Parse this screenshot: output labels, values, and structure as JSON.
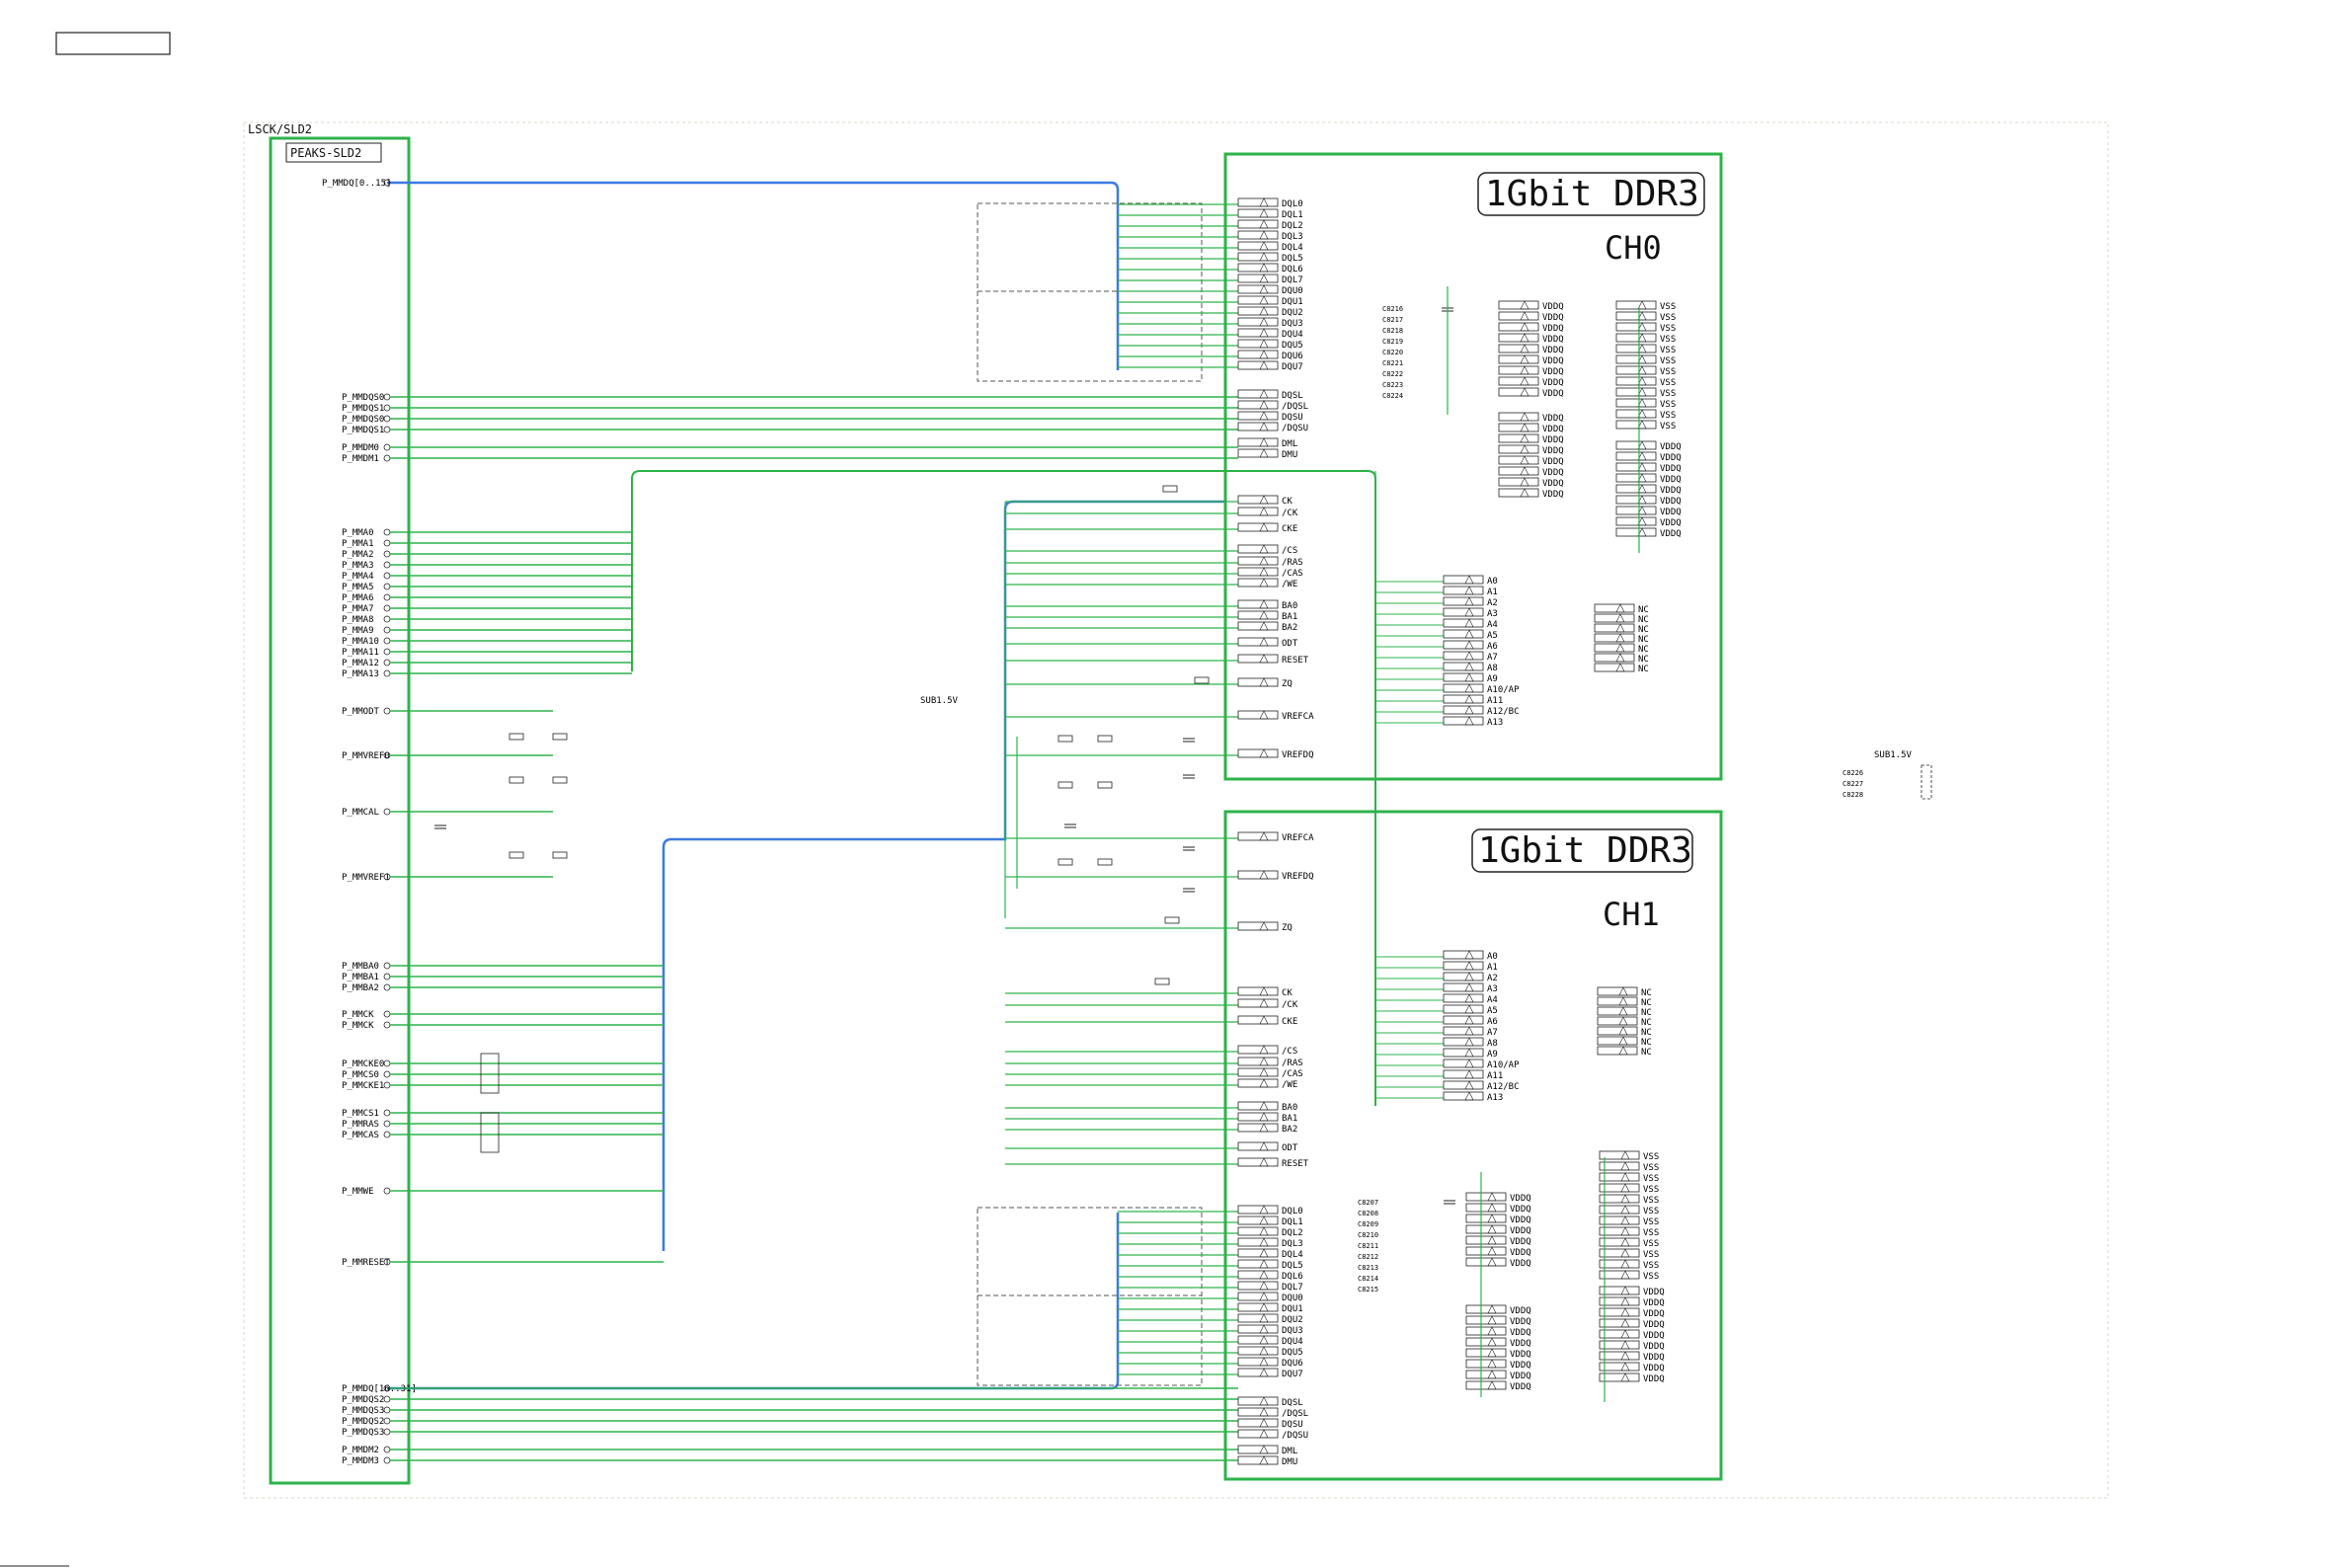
{
  "sheet": {
    "outer_label": "LSCK/SLD2",
    "block_label": "PEAKS-SLD2",
    "corner_box": ""
  },
  "ch0": {
    "title": "1Gbit DDR3",
    "channel": "CH0"
  },
  "ch1": {
    "title": "1Gbit DDR3",
    "channel": "CH1"
  },
  "power": {
    "sub15v": "SUB1.5V",
    "sub15v_b": "SUB1.5V"
  },
  "ch0_ctrl_pins": [
    "CK",
    "/CK",
    "CKE",
    "/CS",
    "/RAS",
    "/CAS",
    "/WE",
    "BA0",
    "BA1",
    "BA2",
    "ODT",
    "RESET",
    "ZQ",
    "VREFCA",
    "VREFDQ"
  ],
  "ch1_ctrl_pins": [
    "VREFCA",
    "VREFDQ",
    "ZQ",
    "CK",
    "/CK",
    "CKE",
    "/CS",
    "/RAS",
    "/CAS",
    "/WE",
    "BA0",
    "BA1",
    "BA2",
    "ODT",
    "RESET"
  ],
  "addr_pins": [
    "A0",
    "A1",
    "A2",
    "A3",
    "A4",
    "A5",
    "A6",
    "A7",
    "A8",
    "A9",
    "A10/AP",
    "A11",
    "A12/BC",
    "A13"
  ],
  "vddq_pins": [
    "VDDQ",
    "VDDQ",
    "VDDQ",
    "VDDQ",
    "VDDQ",
    "VDDQ",
    "VDDQ",
    "VDDQ",
    "VDDQ"
  ],
  "vss_pins": [
    "VSS",
    "VSS",
    "VSS",
    "VSS",
    "VSS",
    "VSS",
    "VSS",
    "VSS",
    "VSS",
    "VSS",
    "VSS",
    "VSS"
  ],
  "left_nets_top": [
    "P_MMDQ[0..15]"
  ],
  "left_nets_dqs": [
    "P_MMDQS0",
    "P_MMDQS1",
    "P_MMDQS0",
    "P_MMDQS1",
    "P_MMDM0",
    "P_MMDM1"
  ],
  "left_nets_addr": [
    "P_MMA0",
    "P_MMA1",
    "P_MMA2",
    "P_MMA3",
    "P_MMA4",
    "P_MMA5",
    "P_MMA6",
    "P_MMA7",
    "P_MMA8",
    "P_MMA9",
    "P_MMA10",
    "P_MMA11",
    "P_MMA12",
    "P_MMA13"
  ],
  "left_nets_misc": [
    "P_MMODT",
    "P_MMVREF0",
    "P_MMCAL",
    "P_MMVREF1"
  ],
  "left_nets_ba": [
    "P_MMBA0",
    "P_MMBA1",
    "P_MMBA2"
  ],
  "left_nets_ck": [
    "P_MMCK",
    "P_MMCK"
  ],
  "left_nets_cmd": [
    "P_MMCKE0",
    "P_MMCS0",
    "P_MMCKE1",
    "P_MMCS1",
    "P_MMRAS",
    "P_MMCAS",
    "P_MMWE"
  ],
  "left_nets_reset": [
    "P_MMRESET"
  ],
  "left_nets_bottom": [
    "P_MMDQ[16..31]",
    "P_MMDQS2",
    "P_MMDQS3",
    "P_MMDQS2",
    "P_MMDQS3",
    "P_MMDM2",
    "P_MMDM3"
  ],
  "caps_ch0": [
    "C8216",
    "C8217",
    "C8218",
    "C8219",
    "C8220",
    "C8221",
    "C8222",
    "C8223",
    "C8224"
  ],
  "caps_ch1": [
    "C8207",
    "C8208",
    "C8209",
    "C8210",
    "C8211",
    "C8212",
    "C8213",
    "C8214",
    "C8215"
  ],
  "caps_right": [
    "C8226",
    "C8227",
    "C8228"
  ],
  "colors": {
    "net_green": "#2db34a",
    "bus_blue": "#3b7be0",
    "ink": "#222222",
    "dash": "#555555",
    "frame_dash": "#d8d8c8"
  }
}
